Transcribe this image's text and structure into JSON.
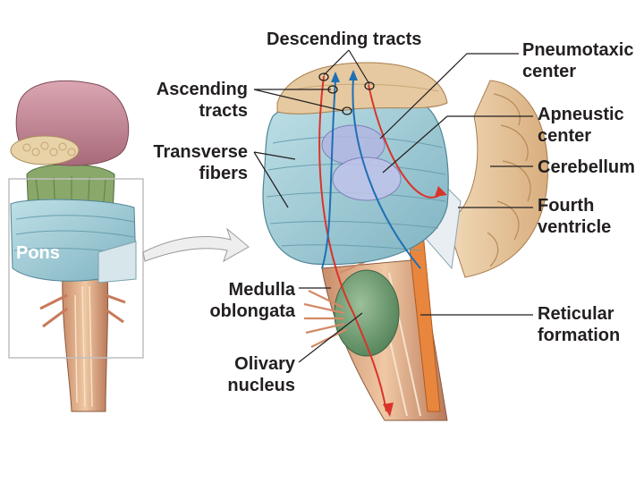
{
  "labels": {
    "descending_tracts": "Descending tracts",
    "ascending_tracts_1": "Ascending",
    "ascending_tracts_2": "tracts",
    "transverse_fibers_1": "Transverse",
    "transverse_fibers_2": "fibers",
    "pons": "Pons",
    "medulla_1": "Medulla",
    "medulla_2": "oblongata",
    "olivary_1": "Olivary",
    "olivary_2": "nucleus",
    "pneumotaxic_1": "Pneumotaxic",
    "pneumotaxic_2": "center",
    "apneustic_1": "Apneustic",
    "apneustic_2": "center",
    "cerebellum": "Cerebellum",
    "fourth_ventricle_1": "Fourth",
    "fourth_ventricle_2": "ventricle",
    "reticular_1": "Reticular",
    "reticular_2": "formation"
  },
  "colors": {
    "pons_blue": "#a9cfd8",
    "cerebrum_pink": "#c78a98",
    "muscle_green": "#8aa86a",
    "tan": "#e7c9a2",
    "olive_green": "#6f9a73",
    "nerve_orange": "#e8a07a",
    "tract_red": "#d9342b",
    "tract_blue": "#1f6fb5",
    "text": "#231f20"
  }
}
